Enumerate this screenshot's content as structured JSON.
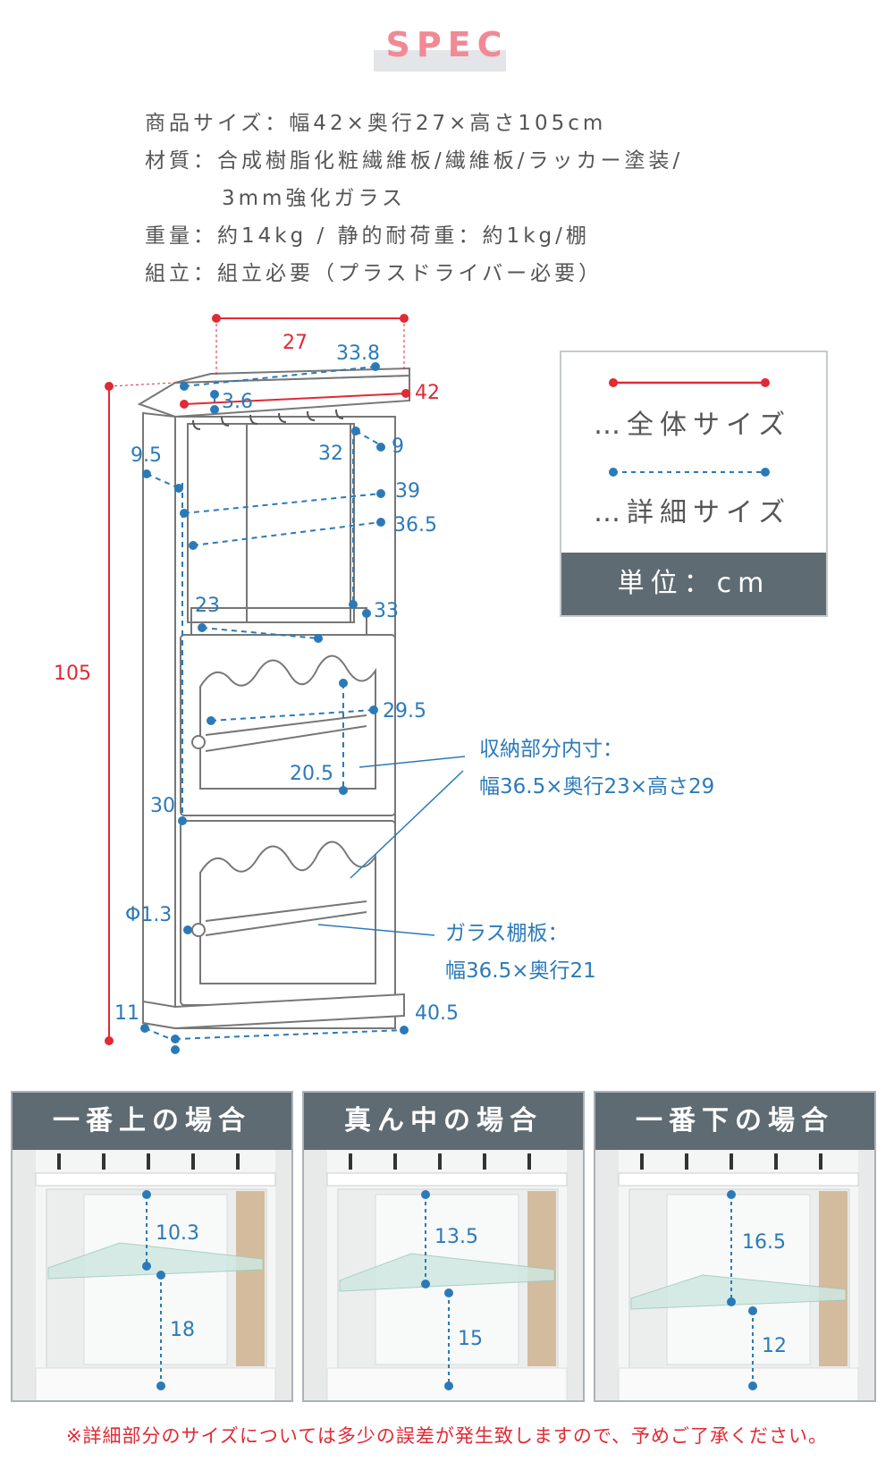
{
  "title": "SPEC",
  "spec": {
    "size": "商品サイズ：幅42×奥行27×高さ105cm",
    "material_1": "材質：合成樹脂化粧繊維板/繊維板/ラッカー塗装/",
    "material_2": "3mm強化ガラス",
    "weight": "重量：約14kg / 静的耐荷重：約1kg/棚",
    "assembly": "組立：組立必要（プラスドライバー必要）"
  },
  "legend": {
    "overall": "…全体サイズ",
    "detail": "…詳細サイズ",
    "unit": "単位：cm",
    "colors": {
      "overall": "#e02a35",
      "detail": "#2b7ab8"
    }
  },
  "dimensions": {
    "d27": "27",
    "d33_8": "33.8",
    "d3_6": "3.6",
    "d42": "42",
    "d9_5": "9.5",
    "d32": "32",
    "d9": "9",
    "d39": "39",
    "d36_5": "36.5",
    "d23": "23",
    "d33": "33",
    "d105": "105",
    "d29_5": "29.5",
    "d20_5": "20.5",
    "d30": "30",
    "d_phi": "Φ1.3",
    "d11": "11",
    "d40_5": "40.5"
  },
  "callouts": {
    "storage_label": "収納部分内寸：",
    "storage_value": "幅36.5×奥行23×高さ29",
    "glass_label": "ガラス棚板：",
    "glass_value": "幅36.5×奥行21"
  },
  "cases": [
    {
      "title": "一番上の場合",
      "upper": "10.3",
      "lower": "18"
    },
    {
      "title": "真ん中の場合",
      "upper": "13.5",
      "lower": "15"
    },
    {
      "title": "一番下の場合",
      "upper": "16.5",
      "lower": "12"
    }
  ],
  "note": "※詳細部分のサイズについては多少の誤差が発生致しますので、予めご了承ください。"
}
